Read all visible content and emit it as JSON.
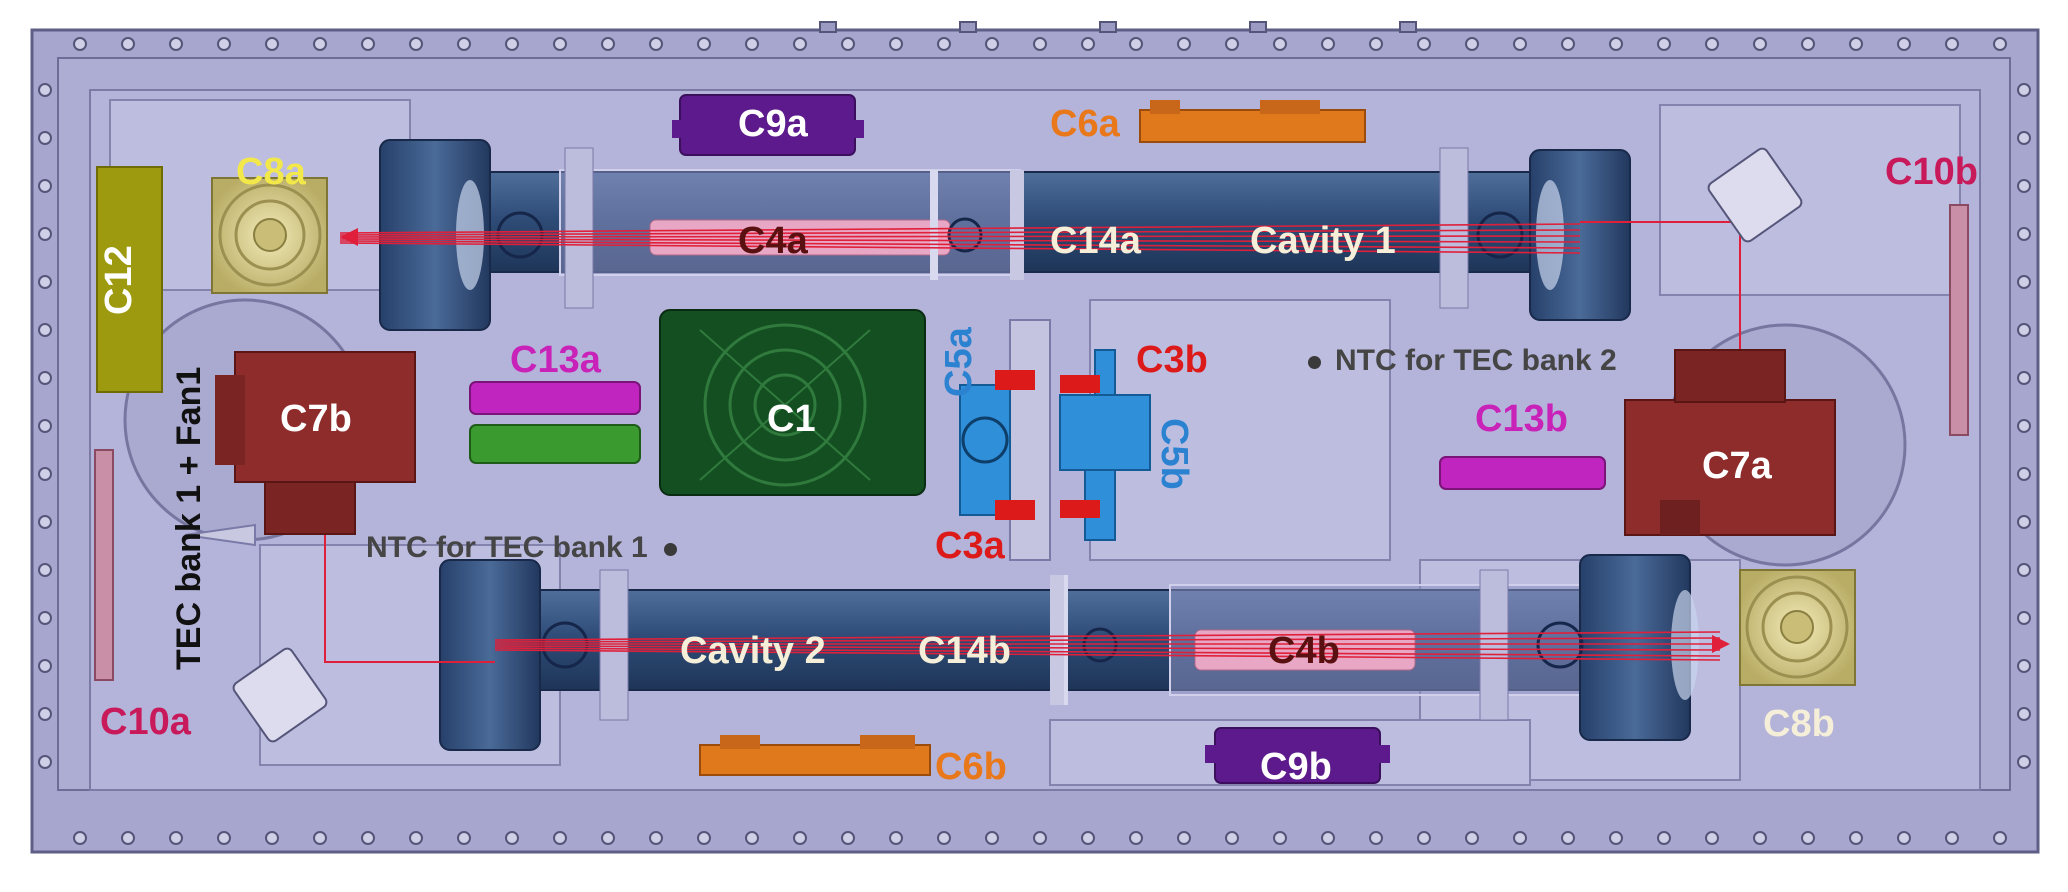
{
  "diagram": {
    "components": {
      "c1": "C1",
      "c3a": "C3a",
      "c3b": "C3b",
      "c4a": "C4a",
      "c4b": "C4b",
      "c5a": "C5a",
      "c5b": "C5b",
      "c6a": "C6a",
      "c6b": "C6b",
      "c7a": "C7a",
      "c7b": "C7b",
      "c8a": "C8a",
      "c8b": "C8b",
      "c9a": "C9a",
      "c9b": "C9b",
      "c10a": "C10a",
      "c10b": "C10b",
      "c12": "C12",
      "c13a": "C13a",
      "c13b": "C13b",
      "c14a": "C14a",
      "c14b": "C14b"
    },
    "cavities": {
      "cavity1": "Cavity 1",
      "cavity2": "Cavity 2"
    },
    "annotations": {
      "ntc_bank1": "NTC for TEC bank 1",
      "ntc_bank2": "NTC for TEC bank 2",
      "tec_fan": "TEC bank 1 + Fan1"
    }
  },
  "colors": {
    "frame": "#a6a6cf",
    "plate": "#b3b2d8",
    "tube": "#2f4d78",
    "laser": "#e0203a",
    "c1_board": "#144f22",
    "c7_block": "#8e2b2b",
    "c9_block": "#5c1a8c",
    "c13a_top": "#c025c0",
    "c13a_bottom": "#3a9a30",
    "c12_block": "#9e9a10",
    "c5_block": "#2f8fd8",
    "c6_board": "#e0781c",
    "fan": "#d9cf90",
    "label_yellow": "#f2e84a",
    "label_orange": "#e8781a",
    "label_red": "#dd1a1a",
    "label_blue": "#2a82d0",
    "label_magenta": "#c822b8",
    "label_pink": "#c81a5a",
    "label_dark": "#5a1010",
    "label_white": "#ffffff",
    "label_cream": "#f5eed8"
  }
}
